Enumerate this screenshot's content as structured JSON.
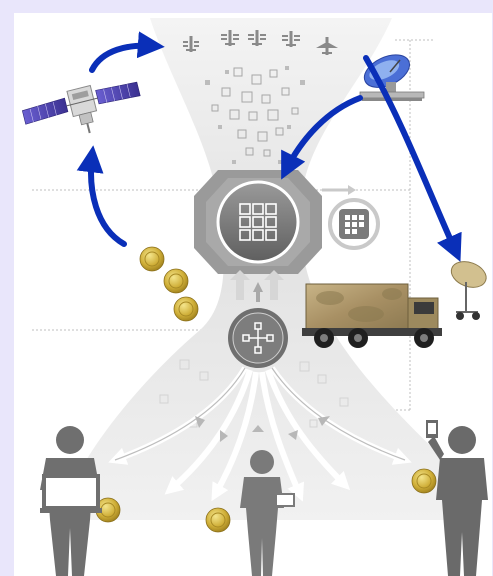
{
  "frame": {
    "background": "#e9e6fb",
    "panel": "#ffffff"
  },
  "colors": {
    "arrow_blue": "#0a2fb8",
    "figure_gray": "#6f6f6f",
    "hub_gray": "#7c7c7c",
    "funnel_gray": "#c9c9c9",
    "coin_gold": "#d4b33a",
    "truck_tan": "#b19a6c",
    "satellite_purple": "#5a4fb0"
  },
  "nodes": {
    "aircraft": [
      "uav-1-icon",
      "uav-2-icon",
      "uav-3-icon",
      "uav-4-icon",
      "airplane-icon"
    ],
    "satellite": "satellite-icon",
    "dish": "ground-station-dish-icon",
    "hub": "processing-hub-icon",
    "sub_hub": "small-data-cube-icon",
    "router": "network-router-icon",
    "truck": "mobile-command-truck-icon",
    "users": [
      "soldier-with-laptop-icon",
      "soldier-with-tablet-icon",
      "soldier-with-handheld-icon"
    ],
    "coins": [
      "coin-1",
      "coin-2",
      "coin-3",
      "coin-4",
      "coin-5",
      "coin-6"
    ]
  },
  "flows": [
    "satellite-to-aircraft",
    "hub-to-satellite",
    "dish-to-hub",
    "dish-to-truck"
  ]
}
